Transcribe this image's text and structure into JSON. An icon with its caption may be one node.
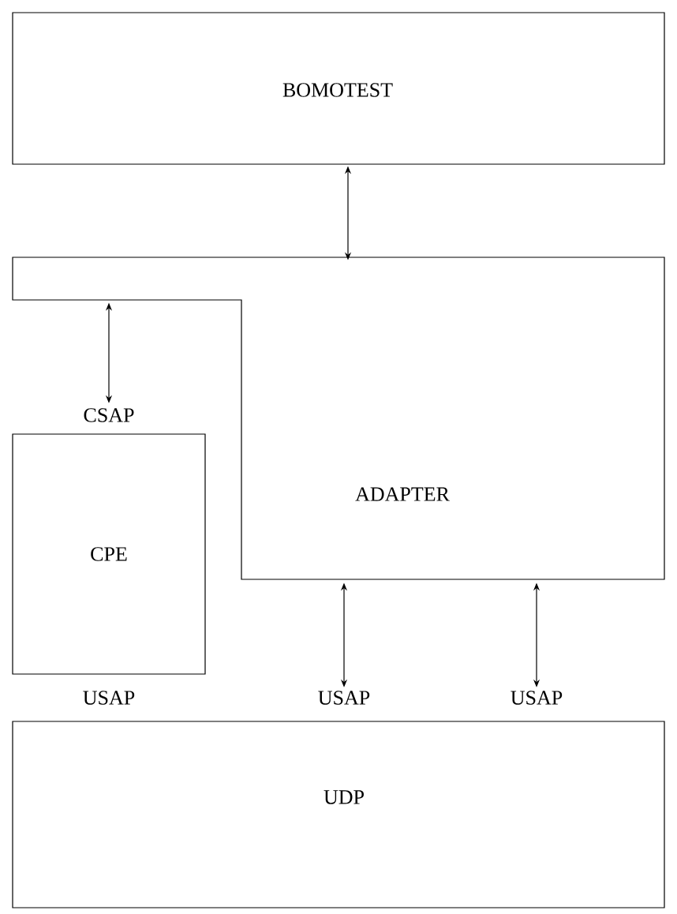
{
  "diagram": {
    "nodes": [
      {
        "text": [
          "BOMOTEST"
        ]
      },
      {
        "text": [
          "ADAPTER"
        ]
      },
      {
        "text": [
          "CSAP"
        ]
      },
      {
        "text": [
          "CPE"
        ]
      },
      {
        "text": [
          "USAP"
        ]
      },
      {
        "text": [
          "USAP"
        ]
      },
      {
        "text": [
          "UDP"
        ]
      }
    ],
    "edges": [
      {
        "from": 0,
        "to": 1,
        "arrow": "both"
      },
      {
        "from": 1,
        "to": 2,
        "arrow": "both"
      },
      {
        "from": 1,
        "to": 4,
        "arrow": "both"
      },
      {
        "from": 1,
        "to": 5,
        "arrow": "both"
      }
    ],
    "labels": [
      "USAP"
    ]
  }
}
